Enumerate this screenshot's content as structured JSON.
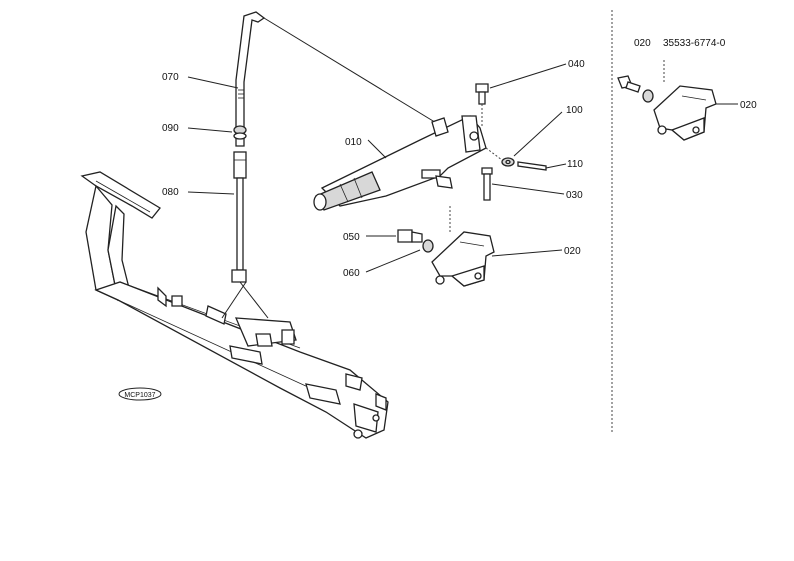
{
  "labels": {
    "l070": "070",
    "l090": "090",
    "l080": "080",
    "l010": "010",
    "l040": "040",
    "l100": "100",
    "l110": "110",
    "l030": "030",
    "l050": "050",
    "l060": "060",
    "l020a": "020",
    "l020b": "020"
  },
  "variant": {
    "ref": "020",
    "part_number": "35533-6774-0"
  },
  "figure_code": "MCP1037"
}
